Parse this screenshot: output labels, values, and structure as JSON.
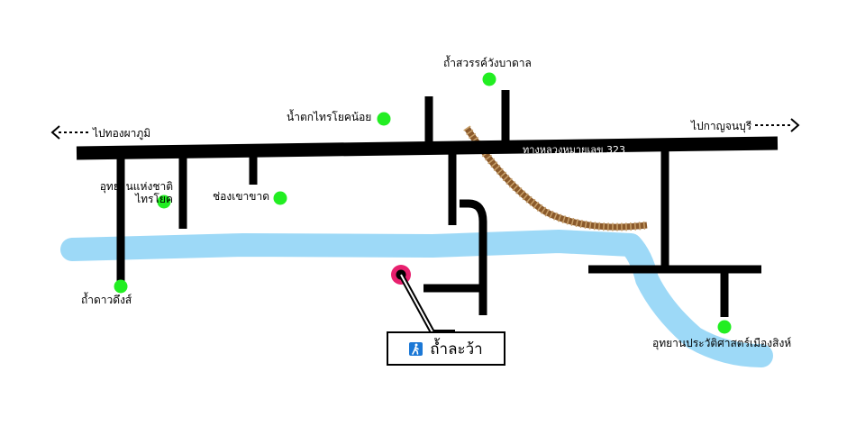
{
  "map": {
    "directions": {
      "west": "ไปทองผาภูมิ",
      "east": "ไปกาญจนบุรี"
    },
    "highway_label": "ทางหลวงหมายเลข 323",
    "places": {
      "cave_sawan": "ถ้ำสวรรค์วังบาดาล",
      "waterfall": "น้ำตกไทรโยคน้อย",
      "national_park_line1": "อุทยานแห่งชาติ",
      "national_park_line2": "ไทรโยค",
      "khao_khat": "ช่องเขาขาด",
      "cave_daowadueng": "ถ้ำดาวดึงส์",
      "historical_park": "อุทยานประวัติศาสตร์เมืองสิงห์"
    },
    "destination": {
      "label": "ถ้ำละว้า",
      "icon": "hiker-icon"
    },
    "colors": {
      "road": "#000000",
      "river": "#9dd9f7",
      "poi": "#22ee22",
      "destination_marker": "#e8206e",
      "railway": "#8b5a2b",
      "icon_bg": "#1b78d6"
    }
  }
}
